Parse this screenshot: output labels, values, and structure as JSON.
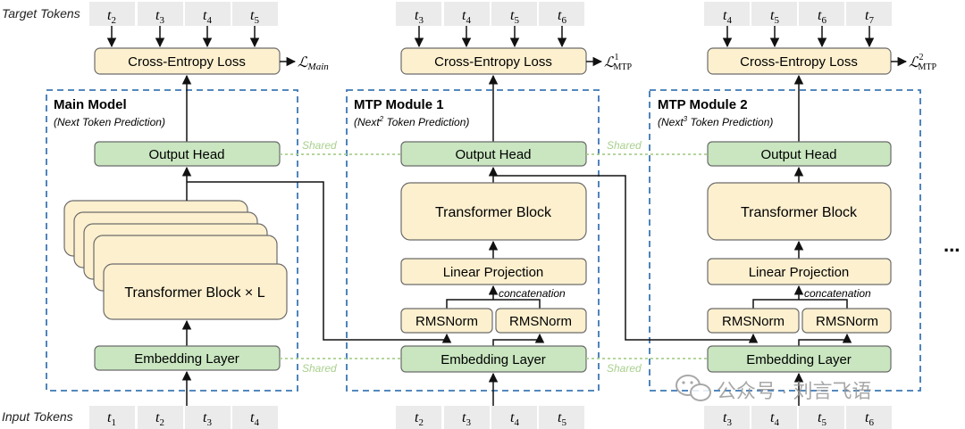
{
  "labels": {
    "target_tokens": "Target Tokens",
    "input_tokens": "Input Tokens",
    "shared": "Shared",
    "concatenation": "concatenation",
    "ellipsis": "...",
    "watermark": "公众号 · 刘言飞语"
  },
  "main_model": {
    "title": "Main Model",
    "subtitle": "(Next Token Prediction)",
    "loss": "Cross-Entropy Loss",
    "loss_symbol": "ℒ",
    "loss_sub": "Main",
    "output_head": "Output Head",
    "transformer": "Transformer Block × L",
    "embedding": "Embedding Layer",
    "target_tokens": [
      "t2",
      "t3",
      "t4",
      "t5"
    ],
    "input_tokens": [
      "t1",
      "t2",
      "t3",
      "t4"
    ]
  },
  "mtp1": {
    "title": "MTP Module 1",
    "subtitle_pre": "(Next",
    "subtitle_sup": "2",
    "subtitle_post": " Token Prediction)",
    "loss": "Cross-Entropy Loss",
    "loss_symbol": "ℒ",
    "loss_sup": "1",
    "loss_sub": "MTP",
    "output_head": "Output Head",
    "transformer": "Transformer Block",
    "linear": "Linear Projection",
    "rmsnorm_left": "RMSNorm",
    "rmsnorm_right": "RMSNorm",
    "embedding": "Embedding Layer",
    "target_tokens": [
      "t3",
      "t4",
      "t5",
      "t6"
    ],
    "input_tokens": [
      "t2",
      "t3",
      "t4",
      "t5"
    ]
  },
  "mtp2": {
    "title": "MTP Module 2",
    "subtitle_pre": "(Next",
    "subtitle_sup": "3",
    "subtitle_post": " Token Prediction)",
    "loss": "Cross-Entropy Loss",
    "loss_symbol": "ℒ",
    "loss_sup": "2",
    "loss_sub": "MTP",
    "output_head": "Output Head",
    "transformer": "Transformer Block",
    "linear": "Linear Projection",
    "rmsnorm_left": "RMSNorm",
    "rmsnorm_right": "RMSNorm",
    "embedding": "Embedding Layer",
    "target_tokens": [
      "t4",
      "t5",
      "t6",
      "t7"
    ],
    "input_tokens": [
      "t3",
      "t4",
      "t5",
      "t6"
    ]
  }
}
